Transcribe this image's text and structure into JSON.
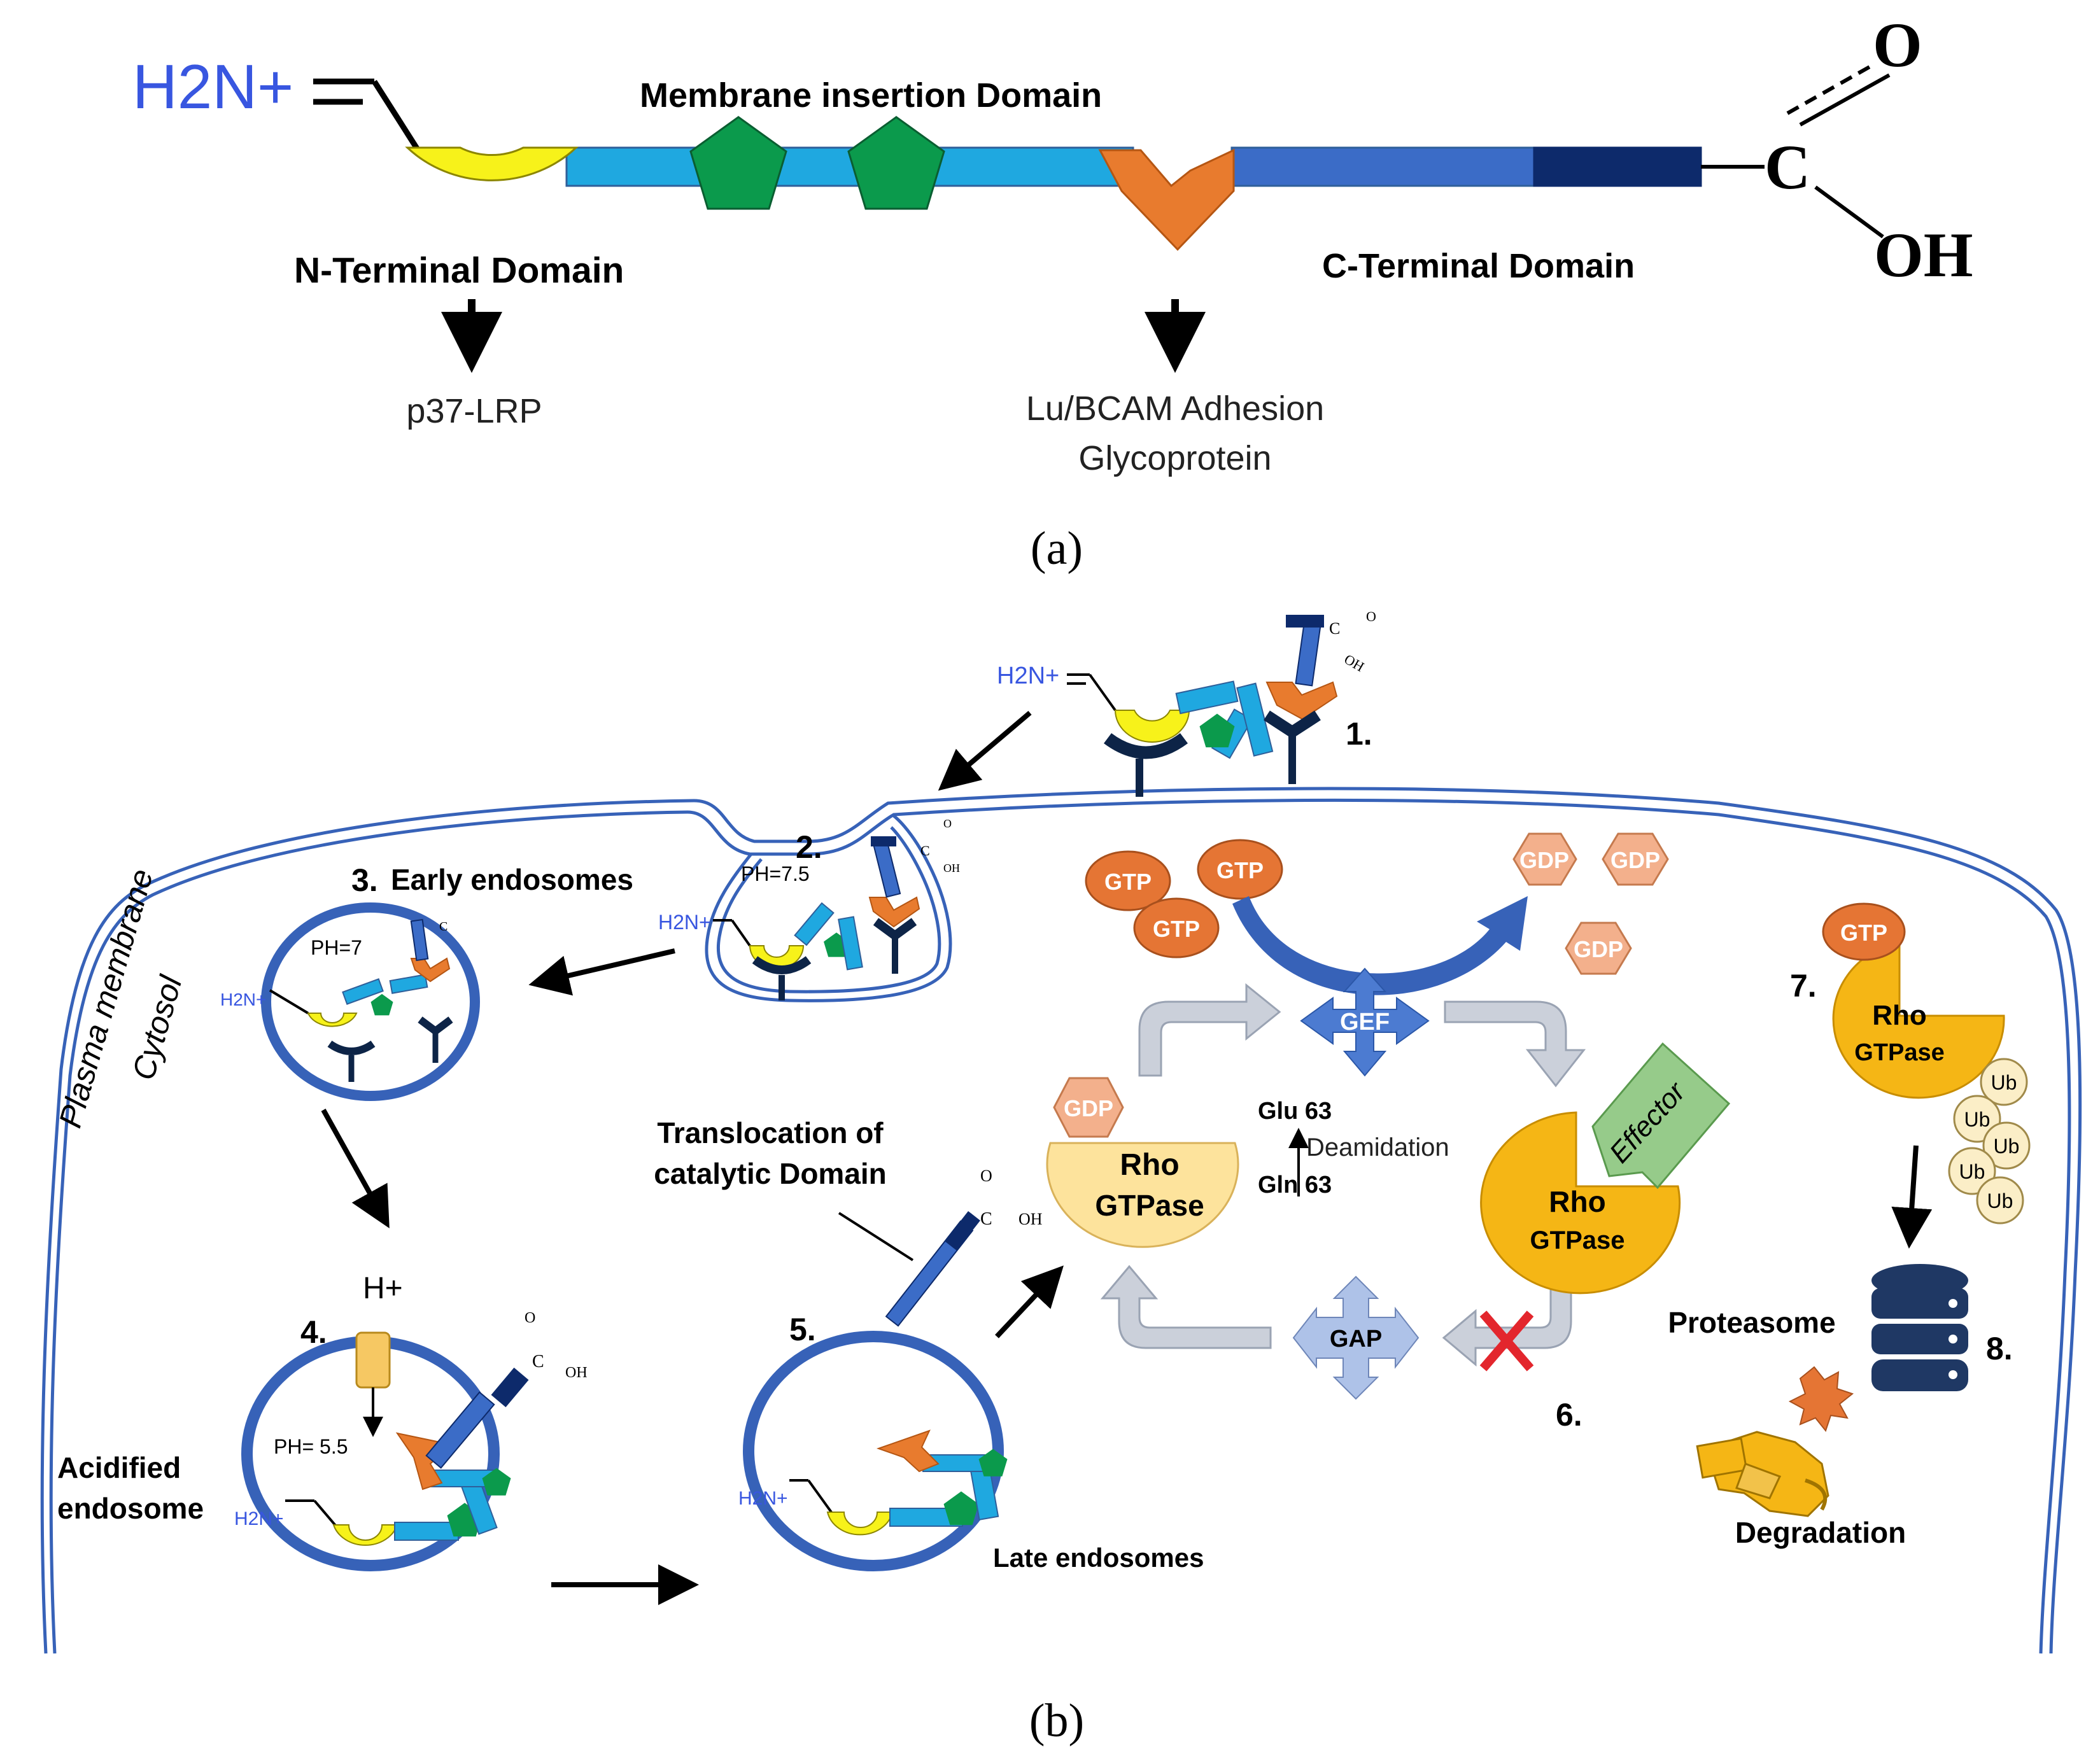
{
  "panel_a": {
    "nh2": "H2N+",
    "membrane_domain": "Membrane insertion Domain",
    "n_domain": "N-Terminal Domain",
    "c_domain": "C-Terminal Domain",
    "p37": "p37-LRP",
    "lu_line1": "Lu/BCAM Adhesion",
    "lu_line2": "Glycoprotein",
    "carbon": "C",
    "oxygen": "O",
    "hydroxyl": "OH",
    "caption": "(a)"
  },
  "panel_b": {
    "caption": "(b)",
    "step1": "1.",
    "step2": "2.",
    "step3": "3.",
    "early_endosomes": "Early endosomes",
    "step4": "4.",
    "step5": "5.",
    "step6": "6.",
    "step7": "7.",
    "step8": "8.",
    "ph_75": "PH=7.5",
    "ph_7": "PH=7",
    "ph_55": "PH= 5.5",
    "h_plus": "H+",
    "plasma_membrane": "Plasma membrane",
    "cytosol": "Cytosol",
    "acidified_line1": "Acidified",
    "acidified_line2": "endosome",
    "late_endosomes": "Late endosomes",
    "translocation_line1": "Translocation of",
    "translocation_line2": "catalytic Domain",
    "gtp": "GTP",
    "gdp": "GDP",
    "gef": "GEF",
    "gap": "GAP",
    "rho": "Rho",
    "gtpase": "GTPase",
    "glu": "Glu 63",
    "gln": "Gln 63",
    "deamidation": "Deamidation",
    "effector": "Effector",
    "ub": "Ub",
    "proteasome": "Proteasome",
    "degradation": "Degradation",
    "nh2_small": "H2N+"
  },
  "colors": {
    "nterm": "#f7f21a",
    "membrane_bar": "#1fa8e0",
    "pentagon": "#0b9a4c",
    "orange": "#e87b2e",
    "cterm_mid": "#3b6cc7",
    "cterm_dark": "#0d2a6b",
    "endosome": "#3762b8",
    "gtp_fill": "#e57534",
    "gdp_fill": "#f3b08c",
    "rho_light": "#fde39c",
    "rho_gold": "#f5b615",
    "effector": "#96cb8a",
    "gef": "#4c7bd1",
    "gap": "#aec2e8",
    "grey_arrow": "#cbd0da",
    "nh2_blue": "#3856e0",
    "ub_fill": "#fbeec7",
    "proteasome": "#1f3864"
  }
}
